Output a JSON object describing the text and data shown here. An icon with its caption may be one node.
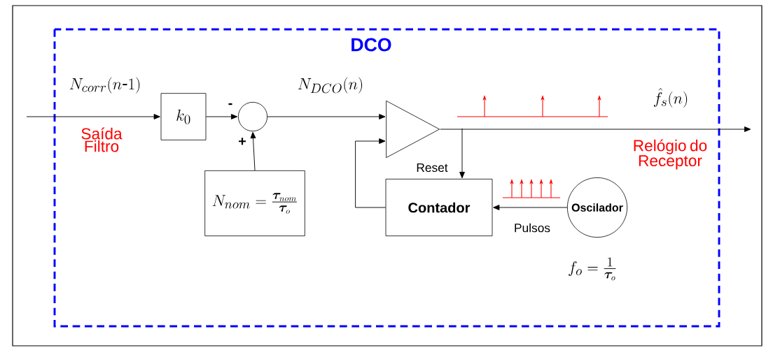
{
  "diagram": {
    "nodes": [
      {
        "text": [
          "DCO"
        ]
      },
      {
        "text": [
          "k_0"
        ],
        "in": 0
      },
      {
        "text": [],
        "shape": "circle",
        "in": 0
      },
      {
        "text": [
          "N_{nom} = \\frac{\\boldsymbol{\\tau}_{nom}}{\\boldsymbol{\\tau}_o}"
        ],
        "in": 0
      },
      {
        "text": [],
        "shape": "triangle",
        "in": 0
      },
      {
        "text": [
          "Contador"
        ],
        "in": 0
      },
      {
        "text": [
          "Oscilador"
        ],
        "in": 0
      }
    ],
    "edges": [
      {
        "from": null,
        "to": 1,
        "arrow": "to"
      },
      {
        "from": 1,
        "to": 2,
        "arrow": "to"
      },
      {
        "from": 3,
        "to": 2,
        "arrow": "to"
      },
      {
        "from": 2,
        "to": 4,
        "arrow": "to"
      },
      {
        "from": 5,
        "to": 4,
        "arrow": "to"
      },
      {
        "from": 4,
        "to": null,
        "arrow": "to"
      },
      {
        "from": 4,
        "to": 5,
        "arrow": "to",
        "label": "Reset"
      },
      {
        "from": 6,
        "to": 5,
        "arrow": "to",
        "label": "Pulsos"
      }
    ],
    "labels": [
      "N_{corr}(n\\text{-}1)",
      "Saída Filtro",
      "-",
      "+",
      "N_{DCO}(n)",
      "\\hat{f}_s(n)",
      "Relógio do Receptor",
      "f_o = \\frac{1}{\\boldsymbol{\\tau}_o}"
    ]
  }
}
